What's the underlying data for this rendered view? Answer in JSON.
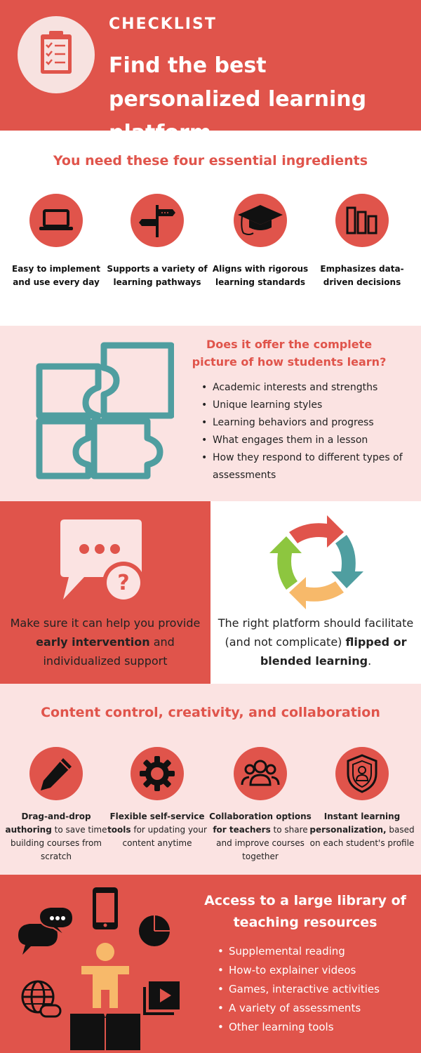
{
  "header": {
    "kicker": "CHECKLIST",
    "title": "Find the best personalized learning platform",
    "logo_icon": "clipboard-checklist-icon"
  },
  "ingredients": {
    "heading": "You need these four essential ingredients",
    "items": [
      {
        "icon": "laptop-icon",
        "label": "Easy to implement and use every day"
      },
      {
        "icon": "signpost-icon",
        "label": "Supports a variety of learning pathways"
      },
      {
        "icon": "graduation-cap-icon",
        "label": "Aligns with rigorous learning standards"
      },
      {
        "icon": "bar-chart-icon",
        "label": "Emphasizes data-driven decisions"
      }
    ]
  },
  "picture": {
    "question": "Does it offer the complete picture of how students learn?",
    "points": [
      "Academic interests and strengths",
      "Unique learning styles",
      "Learning behaviors and progress",
      "What engages them in a lesson",
      "How they respond to different types of assessments"
    ],
    "icon": "puzzle-icon"
  },
  "intervention": {
    "pre": "Make sure it can help you provide ",
    "bold": "early intervention",
    "post": " and individualized support",
    "icon": "chat-question-icon"
  },
  "blended": {
    "pre": "The right platform should facilitate (and not complicate) ",
    "bold": "flipped or blended learning",
    "post": ".",
    "icon": "cycle-arrows-icon"
  },
  "content": {
    "heading": "Content control, creativity, and collaboration",
    "items": [
      {
        "icon": "pencil-icon",
        "bold": "Drag-and-drop authoring",
        "rest": " to save time building courses from scratch"
      },
      {
        "icon": "gear-icon",
        "bold": "Flexible self-service tools",
        "rest": " for updating your content anytime"
      },
      {
        "icon": "people-icon",
        "bold": "Collaboration options for teachers",
        "rest": " to share and improve courses together"
      },
      {
        "icon": "shield-user-icon",
        "bold": "Instant learning personalization,",
        "rest": " based on each student's profile"
      }
    ]
  },
  "library": {
    "heading": "Access to a large library of teaching resources",
    "points": [
      "Supplemental reading",
      "How-to explainer videos",
      "Games, interactive activities",
      "A variety of assessments",
      "Other learning tools"
    ]
  },
  "colors": {
    "accent": "#e0544b",
    "pink": "#fbe3e2",
    "teal": "#4f9ea0"
  }
}
